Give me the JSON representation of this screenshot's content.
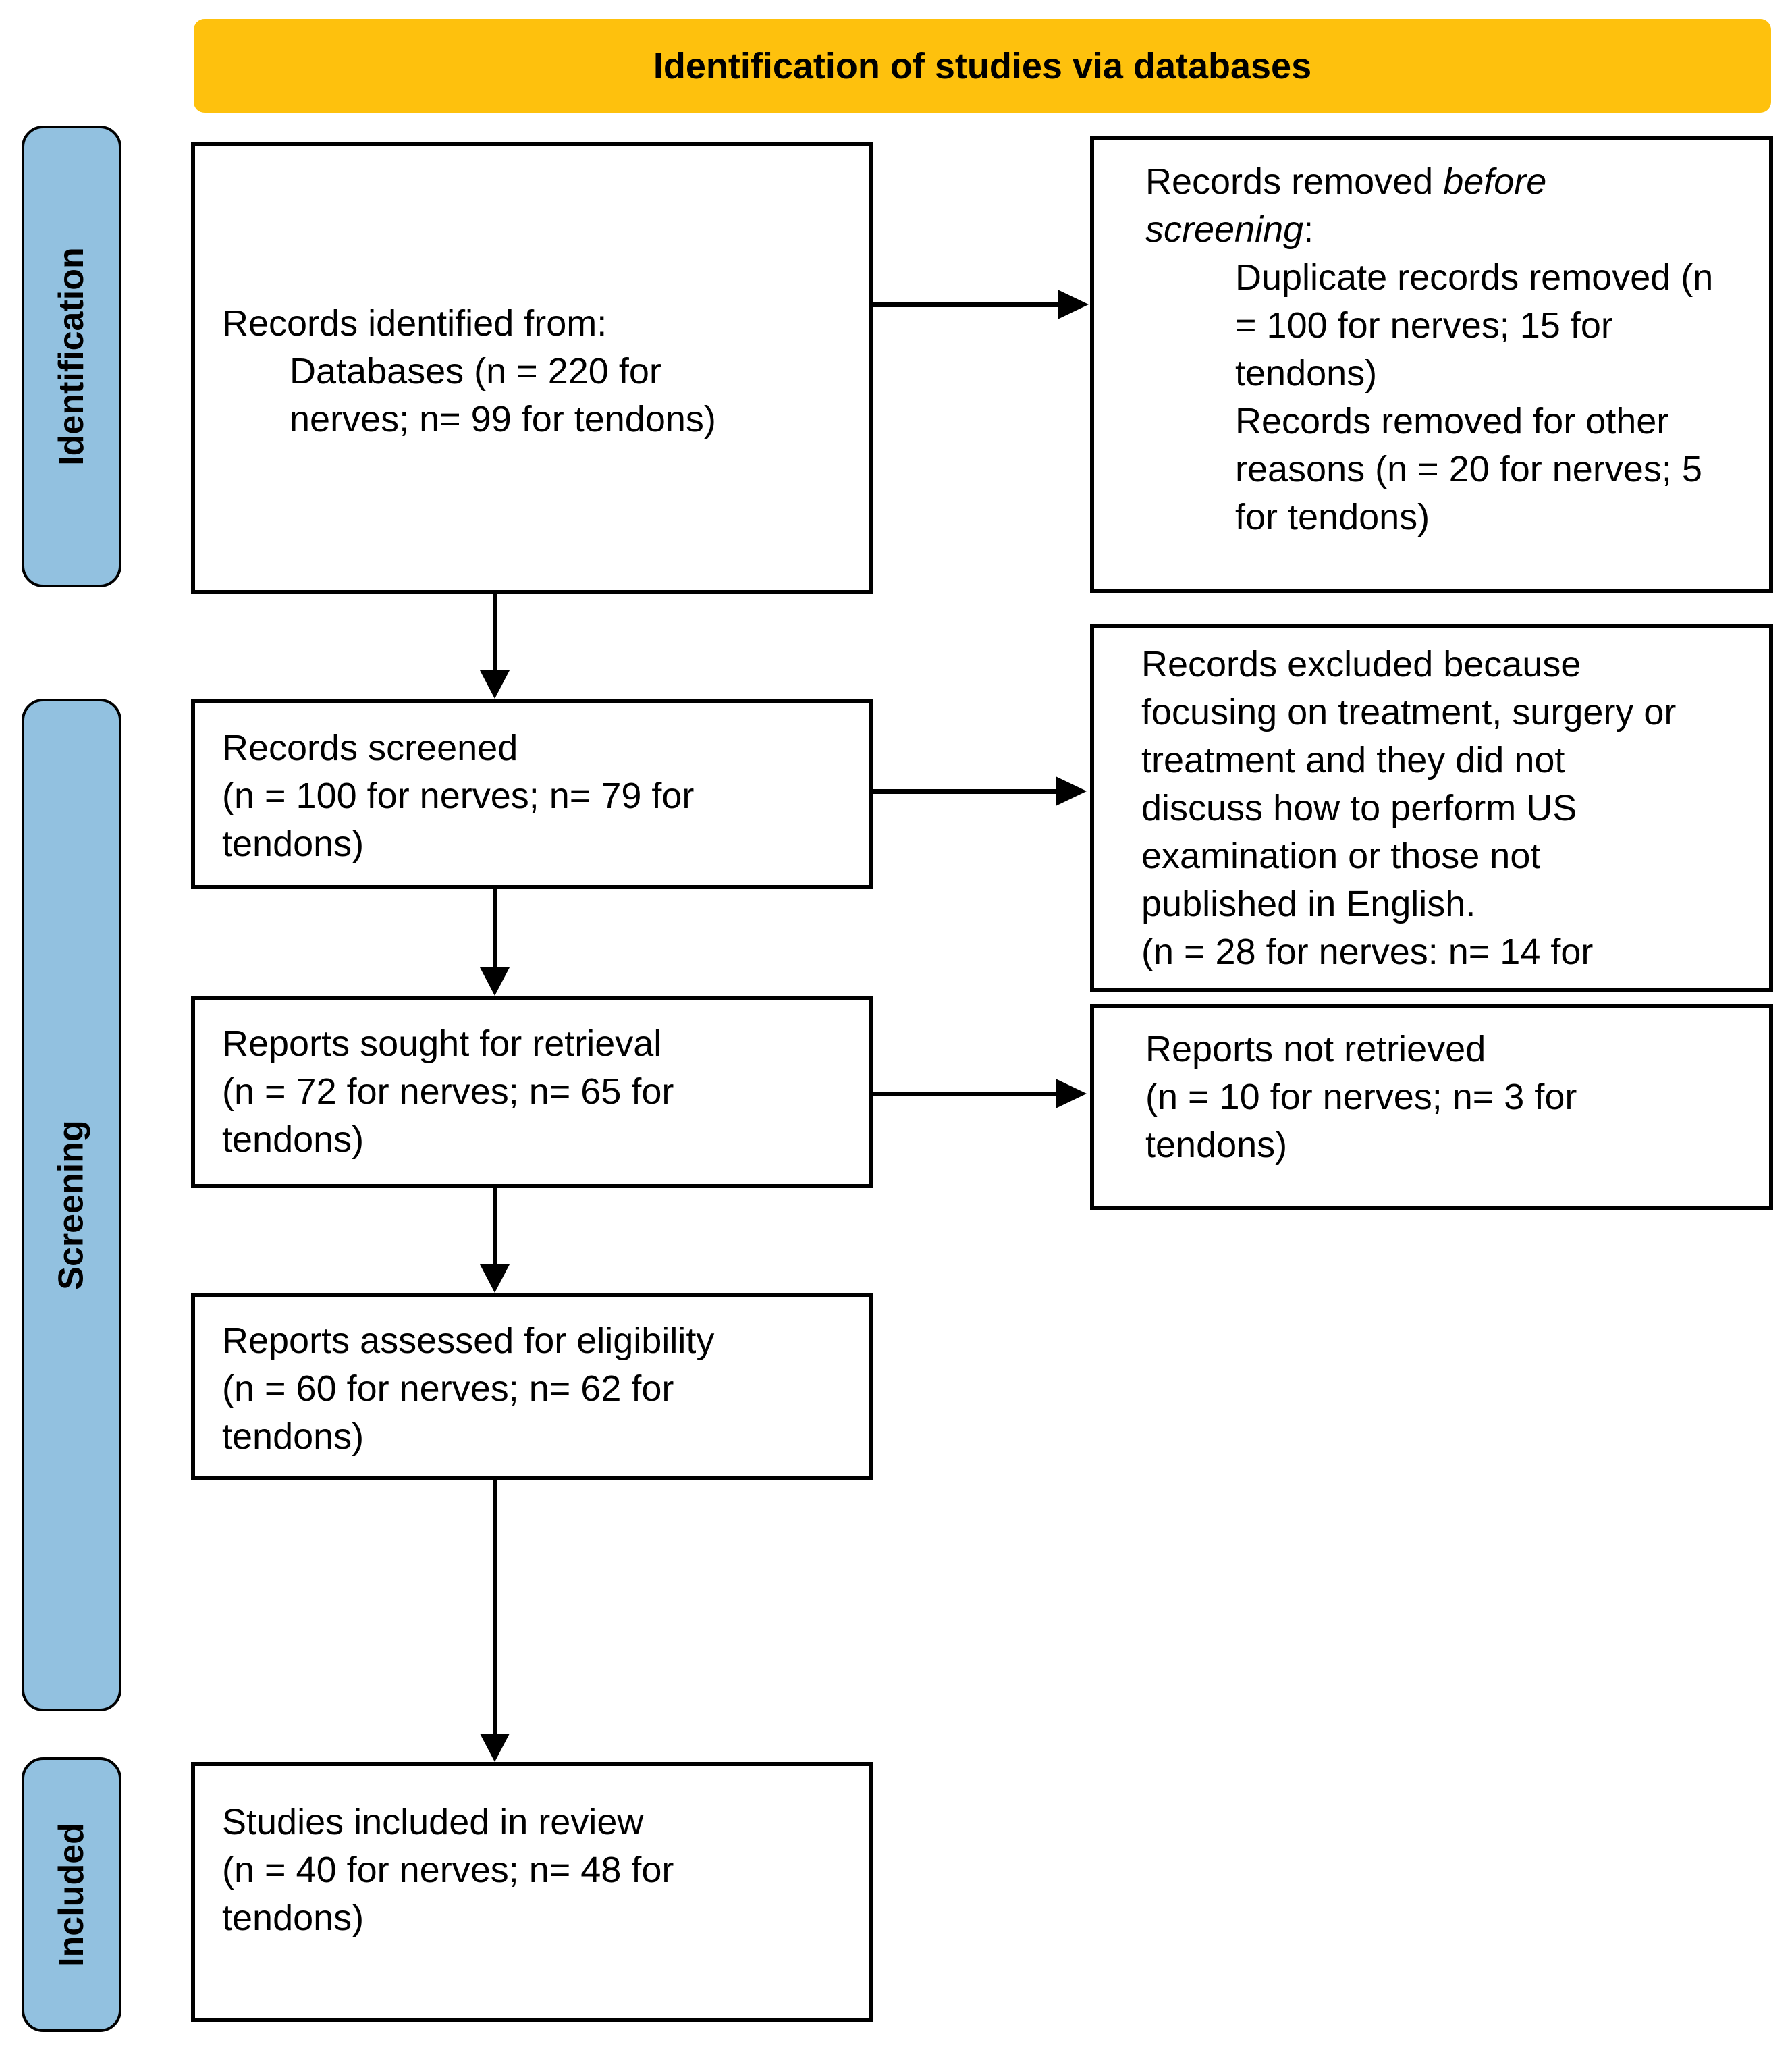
{
  "banner": {
    "label": "Identification of studies via databases"
  },
  "colors": {
    "banner_bg": "#FEC10D",
    "stage_bar_bg": "#92C1E0",
    "box_border": "#000000",
    "background": "#FFFFFF"
  },
  "stages": {
    "identification": "Identification",
    "screening": "Screening",
    "included": "Included"
  },
  "boxes": {
    "records_identified": {
      "line1": "Records identified from:",
      "line2": "Databases (n = 220 for",
      "line3": "nerves; n= 99 for tendons)"
    },
    "records_removed": {
      "line1_text": "Records removed ",
      "line1_italic": "before",
      "line2_italic": "screening",
      "line2_text": ":",
      "item1_line1": "Duplicate records removed (n",
      "item1_line2": "= 100 for nerves; 15 for",
      "item1_line3": "tendons)",
      "item2_line1": "Records removed for other",
      "item2_line2": "reasons (n = 20 for nerves; 5",
      "item2_line3": "for tendons)"
    },
    "records_screened": {
      "line1": "Records screened",
      "line2": "(n = 100 for nerves; n= 79 for",
      "line3": "tendons)"
    },
    "records_excluded": {
      "line1": "Records excluded because",
      "line2": "focusing on treatment, surgery or",
      "line3": "treatment and they did not",
      "line4": "discuss how to perform US",
      "line5": "examination or those not",
      "line6": "published in English.",
      "line7": "(n = 28 for nerves: n= 14 for"
    },
    "reports_sought": {
      "line1": "Reports sought for retrieval",
      "line2": "(n = 72 for nerves; n= 65 for",
      "line3": "tendons)"
    },
    "reports_not_retrieved": {
      "line1": "Reports not retrieved",
      "line2": "(n = 10 for nerves; n= 3 for",
      "line3": "tendons)"
    },
    "reports_assessed": {
      "line1": "Reports assessed for eligibility",
      "line2": "(n = 60 for nerves; n= 62 for",
      "line3": "tendons)"
    },
    "studies_included": {
      "line1": "Studies included in review",
      "line2": "(n = 40 for nerves; n= 48 for",
      "line3": "tendons)"
    }
  }
}
